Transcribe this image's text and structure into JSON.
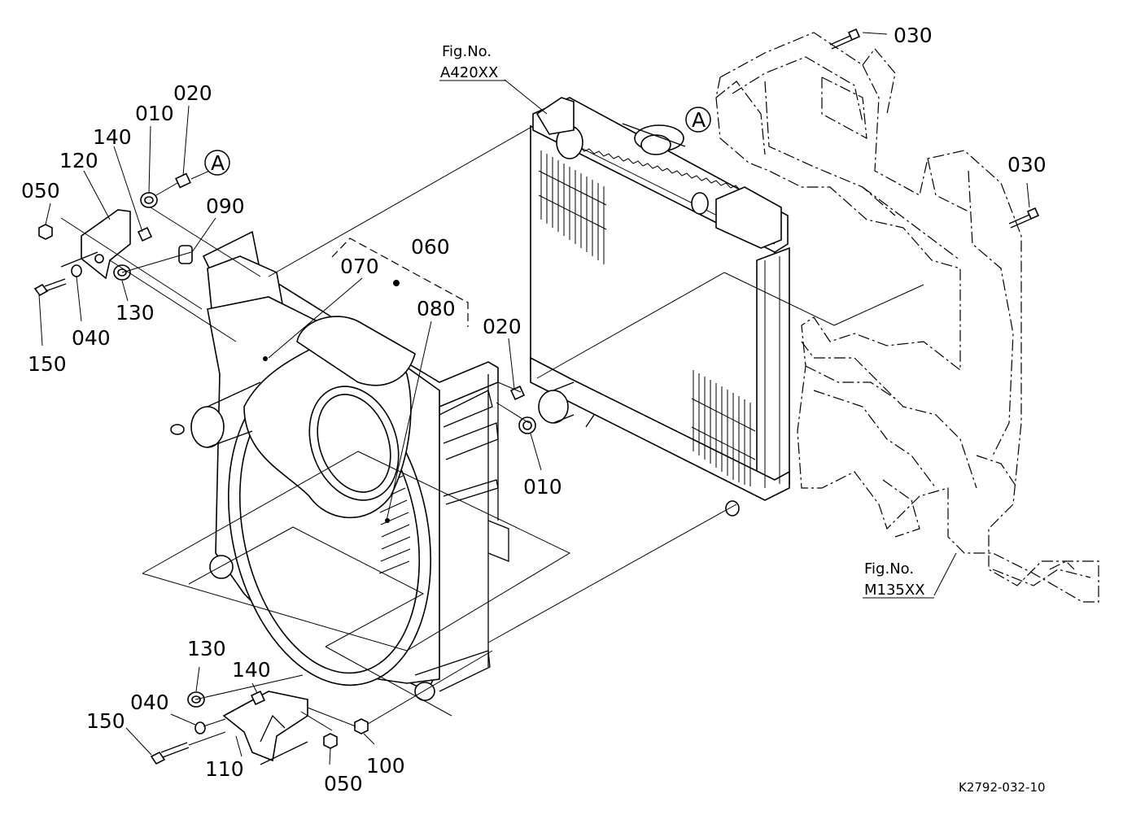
{
  "labels": {
    "p010_top": "010",
    "p020_top": "020",
    "p140_top": "140",
    "p120": "120",
    "p050_left": "050",
    "p090": "090",
    "p130_top": "130",
    "p040_top": "040",
    "p150_top": "150",
    "p060": "060",
    "p070": "070",
    "p080": "080",
    "p020_mid": "020",
    "p010_mid": "010",
    "p030_top": "030",
    "p030_right": "030",
    "p130_bot": "130",
    "p140_bot": "140",
    "p040_bot": "040",
    "p150_bot": "150",
    "p110": "110",
    "p050_bot": "050",
    "p100": "100"
  },
  "callouts": {
    "a_left": "A",
    "a_right": "A"
  },
  "fig_refs": {
    "radiator_caption": "Fig.No.",
    "radiator_code": "A420XX",
    "frame_caption": "Fig.No.",
    "frame_code": "M135XX"
  },
  "diagram_code": "K2792-032-10"
}
